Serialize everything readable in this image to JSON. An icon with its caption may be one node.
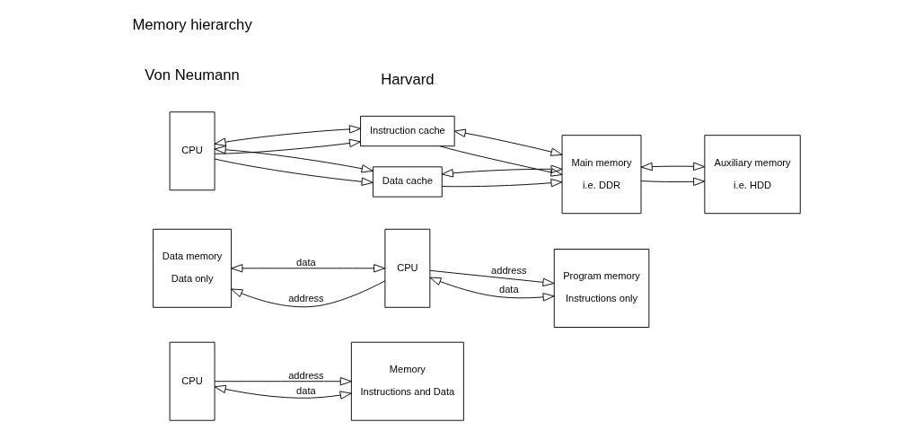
{
  "diagram": {
    "nodes": [
      {
        "text": [
          "CPU"
        ]
      },
      {
        "text": [
          "Memory",
          "Instructions and Data"
        ]
      },
      {
        "text": [
          "Data memory",
          "Data only"
        ]
      },
      {
        "text": [
          "CPU"
        ]
      },
      {
        "text": [
          "Program memory",
          "Instructions only"
        ]
      },
      {
        "text": [
          "CPU"
        ]
      },
      {
        "text": [
          "Instruction cache"
        ]
      },
      {
        "text": [
          "Data cache"
        ]
      },
      {
        "text": [
          "Main memory",
          "i.e. DDR"
        ]
      },
      {
        "text": [
          "Auxiliary memory",
          "i.e. HDD"
        ]
      }
    ],
    "edges": [
      {
        "from": 0,
        "to": 1,
        "arrow": "to",
        "label": "address"
      },
      {
        "from": 0,
        "to": 1,
        "arrow": "both",
        "label": "data"
      },
      {
        "from": 3,
        "to": 2,
        "arrow": "to",
        "label": "address"
      },
      {
        "from": 2,
        "to": 3,
        "arrow": "both",
        "label": "data"
      },
      {
        "from": 3,
        "to": 4,
        "arrow": "to",
        "label": "address"
      },
      {
        "from": 3,
        "to": 4,
        "arrow": "both",
        "label": "data"
      },
      {
        "from": 5,
        "to": 6,
        "arrow": "to"
      },
      {
        "from": 5,
        "to": 6,
        "arrow": "both"
      },
      {
        "from": 5,
        "to": 7,
        "arrow": "to"
      },
      {
        "from": 5,
        "to": 7,
        "arrow": "both"
      },
      {
        "from": 6,
        "to": 8,
        "arrow": "to"
      },
      {
        "from": 6,
        "to": 8,
        "arrow": "both"
      },
      {
        "from": 7,
        "to": 8,
        "arrow": "to"
      },
      {
        "from": 7,
        "to": 8,
        "arrow": "both"
      },
      {
        "from": 8,
        "to": 9,
        "arrow": "to"
      },
      {
        "from": 8,
        "to": 9,
        "arrow": "both"
      }
    ],
    "labels": [
      "Von Neumann",
      "Harvard",
      "Memory hierarchy"
    ]
  }
}
